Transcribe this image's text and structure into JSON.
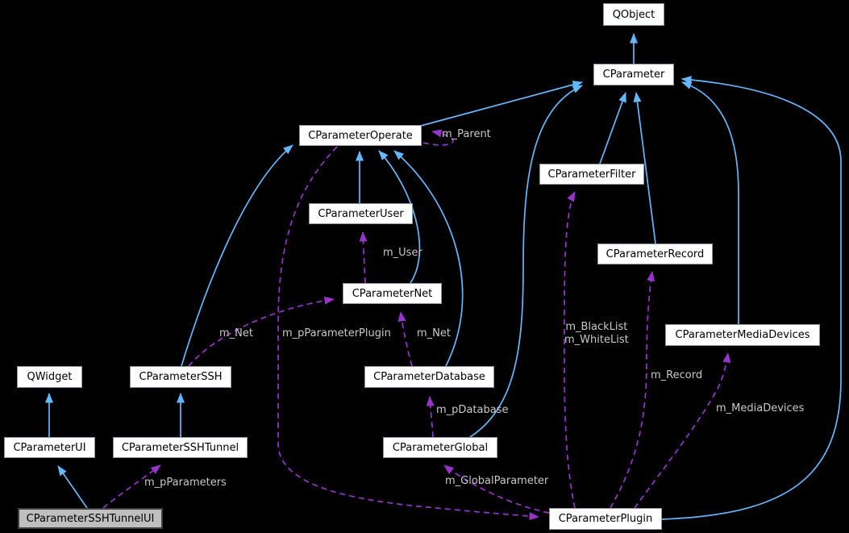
{
  "nodes": {
    "qobject": {
      "label": "QObject"
    },
    "cparameter": {
      "label": "CParameter"
    },
    "cparameteroperate": {
      "label": "CParameterOperate"
    },
    "cparameterfilter": {
      "label": "CParameterFilter"
    },
    "cparameteruser": {
      "label": "CParameterUser"
    },
    "cparameterrecord": {
      "label": "CParameterRecord"
    },
    "cparameternet": {
      "label": "CParameterNet"
    },
    "cparametermediadevices": {
      "label": "CParameterMediaDevices"
    },
    "qwidget": {
      "label": "QWidget"
    },
    "cparameterssh": {
      "label": "CParameterSSH"
    },
    "cparameterdatabase": {
      "label": "CParameterDatabase"
    },
    "cparameterui": {
      "label": "CParameterUI"
    },
    "cparametersshtunnel": {
      "label": "CParameterSSHTunnel"
    },
    "cparameterglobal": {
      "label": "CParameterGlobal"
    },
    "cparametersshtunnelui": {
      "label": "CParameterSSHTunnelUI"
    },
    "cparameterplugin": {
      "label": "CParameterPlugin"
    }
  },
  "edge_labels": {
    "m_parent": "m_Parent",
    "m_user": "m_User",
    "m_net_left": "m_Net",
    "m_pparameterplugin": "m_pParameterPlugin",
    "m_net_right": "m_Net",
    "m_blacklist": "m_BlackList",
    "m_whitelist": "m_WhiteList",
    "m_record": "m_Record",
    "m_mediadevices": "m_MediaDevices",
    "m_pdatabase": "m_pDatabase",
    "m_globalparameter": "m_GlobalParameter",
    "m_pparameters": "m_pParameters"
  },
  "colors": {
    "background": "#000000",
    "inheritance_edge": "#63b8ff",
    "usage_edge": "#9a32cd",
    "node_fill": "#ffffff",
    "node_border": "#8f959c",
    "selected_node_fill": "#bfbfbf",
    "edge_label_text": "#c9c9c9",
    "node_text": "#000000"
  }
}
